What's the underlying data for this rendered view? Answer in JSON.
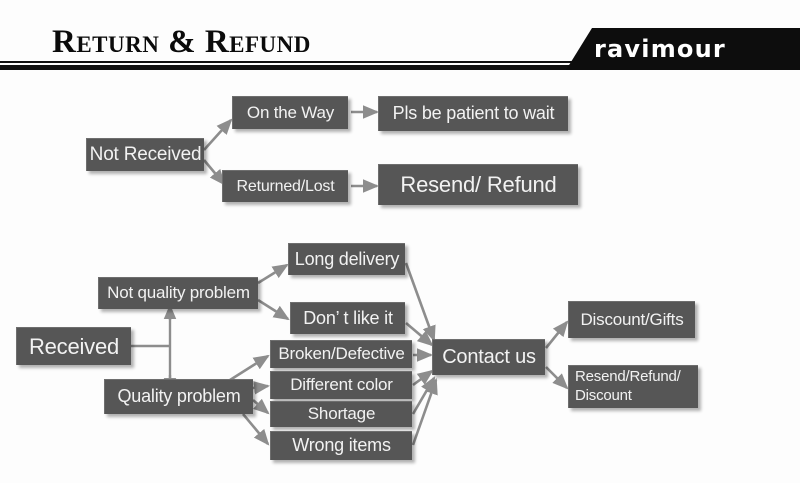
{
  "header": {
    "title": "Return & Refund",
    "brand": "ravimour",
    "rule_color": "#111111",
    "plate_color": "#0d0d0d"
  },
  "theme": {
    "node_fill": "#565656",
    "node_text": "#f2f2f2",
    "arrow_color": "#8a8a8a",
    "page_bg": "#fdfdfd"
  },
  "diagram": {
    "not_received_branch": {
      "root": "Not Received",
      "statuses": [
        {
          "label": "On the Way",
          "outcome": "Pls be patient to wait"
        },
        {
          "label": "Returned/Lost",
          "outcome": "Resend/ Refund"
        }
      ]
    },
    "received_branch": {
      "root": "Received",
      "categories": [
        {
          "label": "Not quality problem",
          "reasons": [
            "Long delivery",
            "Don’  t like it"
          ]
        },
        {
          "label": "Quality problem",
          "reasons": [
            "Broken/Defective",
            "Different color",
            "Shortage",
            "Wrong items"
          ]
        }
      ],
      "hub": "Contact us",
      "outcomes": [
        "Discount/Gifts",
        "Resend/Refund/\nDiscount"
      ]
    }
  },
  "nodes": {
    "not_received": "Not Received",
    "on_the_way": "On the Way",
    "pls_be_patient": "Pls be patient to wait",
    "returned_lost": "Returned/Lost",
    "resend_refund": "Resend/ Refund",
    "received": "Received",
    "not_quality_problem": "Not quality problem",
    "quality_problem": "Quality problem",
    "long_delivery": "Long delivery",
    "dont_like_it": "Don’  t like it",
    "broken_defective": "Broken/Defective",
    "different_color": "Different color",
    "shortage": "Shortage",
    "wrong_items": "Wrong items",
    "contact_us": "Contact us",
    "discount_gifts": "Discount/Gifts",
    "resend_refund_discount_line1": "Resend/Refund/",
    "resend_refund_discount_line2": "Discount"
  }
}
